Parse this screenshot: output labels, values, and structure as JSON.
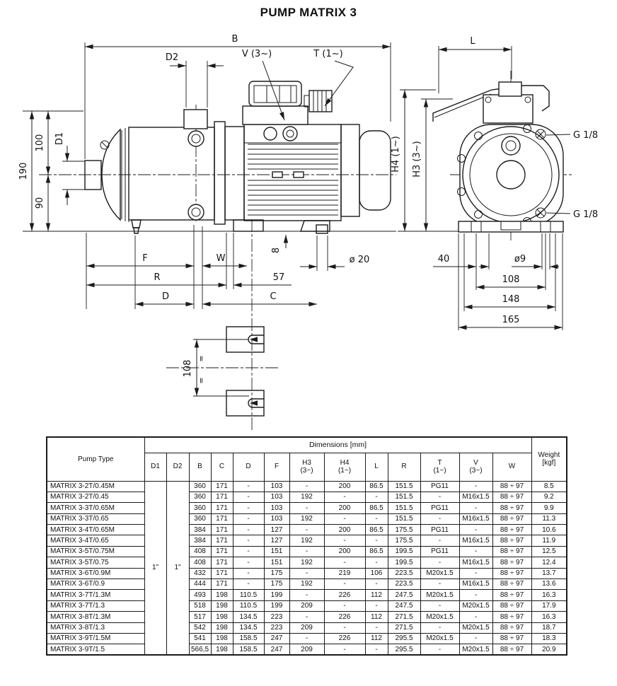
{
  "title": "PUMP MATRIX 3",
  "colors": {
    "ink": "#1b1b1b",
    "background": "#ffffff"
  },
  "side": {
    "b": "B",
    "d2": "D2",
    "v": "V (3~)",
    "t": "T (1~)",
    "h190": "190",
    "h100": "100",
    "h90": "90",
    "d1": "D1",
    "f": "F",
    "w": "W",
    "r": "R",
    "n57": "57",
    "d": "D",
    "c": "C",
    "n8": "8",
    "dia20": "ø 20",
    "n108": "108",
    "eq1": "=",
    "eq2": "="
  },
  "front": {
    "l": "L",
    "h4": "H4 (1~)",
    "h3": "H3 (3~)",
    "g18_top": "G 1/8",
    "g18_bot": "G 1/8",
    "n40": "40",
    "dia9": "ø9",
    "n108": "108",
    "n148": "148",
    "n165": "165"
  },
  "table": {
    "pump_type_header": "Pump Type",
    "dimensions_header": "Dimensions [mm]",
    "weight_header": "Weight\n[kgf]",
    "sub_columns": [
      "D1",
      "D2",
      "B",
      "C",
      "D",
      "F",
      "H3\n(3~)",
      "H4\n(1~)",
      "L",
      "R",
      "T\n(1~)",
      "V\n(3~)",
      "W"
    ],
    "d1_shared": "1\"",
    "d2_shared": "1\"",
    "rows": [
      [
        "MATRIX 3-2T/0.45M",
        "360",
        "171",
        "-",
        "103",
        "-",
        "200",
        "86.5",
        "151.5",
        "PG11",
        "-",
        "88 ÷ 97",
        "8.5"
      ],
      [
        "MATRIX 3-2T/0.45",
        "360",
        "171",
        "-",
        "103",
        "192",
        "-",
        "-",
        "151.5",
        "-",
        "M16x1.5",
        "88 ÷ 97",
        "9.2"
      ],
      [
        "MATRIX 3-3T/0.65M",
        "360",
        "171",
        "-",
        "103",
        "-",
        "200",
        "86.5",
        "151.5",
        "PG11",
        "-",
        "88 ÷ 97",
        "9.9"
      ],
      [
        "MATRIX 3-3T/0.65",
        "360",
        "171",
        "-",
        "103",
        "192",
        "-",
        "-",
        "151.5",
        "-",
        "M16x1.5",
        "88 ÷ 97",
        "11.3"
      ],
      [
        "MATRIX 3-4T/0.65M",
        "384",
        "171",
        "-",
        "127",
        "-",
        "200",
        "86.5",
        "175.5",
        "PG11",
        "-",
        "88 ÷ 97",
        "10.6"
      ],
      [
        "MATRIX 3-4T/0.65",
        "384",
        "171",
        "-",
        "127",
        "192",
        "-",
        "-",
        "175.5",
        "-",
        "M16x1.5",
        "88 ÷ 97",
        "11.9"
      ],
      [
        "MATRIX 3-5T/0.75M",
        "408",
        "171",
        "-",
        "151",
        "-",
        "200",
        "86.5",
        "199.5",
        "PG11",
        "-",
        "88 ÷ 97",
        "12.5"
      ],
      [
        "MATRIX 3-5T/0.75",
        "408",
        "171",
        "-",
        "151",
        "192",
        "-",
        "-",
        "199.5",
        "-",
        "M16x1.5",
        "88 ÷ 97",
        "12.4"
      ],
      [
        "MATRIX 3-6T/0.9M",
        "432",
        "171",
        "-",
        "175",
        "-",
        "219",
        "106",
        "223.5",
        "M20x1.5",
        "-",
        "88 ÷ 97",
        "13.7"
      ],
      [
        "MATRIX 3-6T/0.9",
        "444",
        "171",
        "-",
        "175",
        "192",
        "-",
        "-",
        "223.5",
        "-",
        "M16x1.5",
        "88 ÷ 97",
        "13.6"
      ],
      [
        "MATRIX 3-7T/1.3M",
        "493",
        "198",
        "110.5",
        "199",
        "-",
        "226",
        "112",
        "247.5",
        "M20x1.5",
        "-",
        "88 ÷ 97",
        "16.3"
      ],
      [
        "MATRIX 3-7T/1.3",
        "518",
        "198",
        "110.5",
        "199",
        "209",
        "-",
        "-",
        "247.5",
        "-",
        "M20x1.5",
        "88 ÷ 97",
        "17.9"
      ],
      [
        "MATRIX 3-8T/1.3M",
        "517",
        "198",
        "134.5",
        "223",
        "-",
        "226",
        "112",
        "271.5",
        "M20x1.5",
        "-",
        "88 ÷ 97",
        "16.3"
      ],
      [
        "MATRIX 3-8T/1.3",
        "542",
        "198",
        "134.5",
        "223",
        "209",
        "-",
        "-",
        "271.5",
        "-",
        "M20x1.5",
        "88 ÷ 97",
        "18.7"
      ],
      [
        "MATRIX 3-9T/1.5M",
        "541",
        "198",
        "158.5",
        "247",
        "-",
        "226",
        "112",
        "295.5",
        "M20x1.5",
        "-",
        "88 ÷ 97",
        "18.3"
      ],
      [
        "MATRIX 3-9T/1.5",
        "566,5",
        "198",
        "158.5",
        "247",
        "209",
        "-",
        "-",
        "295.5",
        "-",
        "M20x1.5",
        "88 ÷ 97",
        "20.9"
      ]
    ]
  }
}
